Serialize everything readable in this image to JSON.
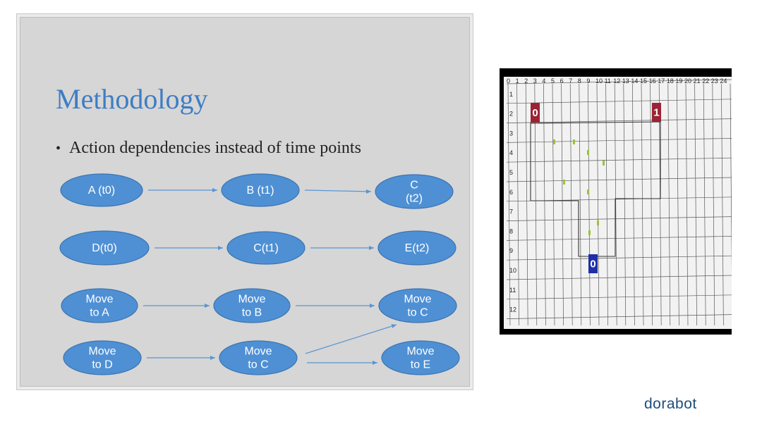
{
  "slide": {
    "title": "Methodology",
    "bullet_marker": "•",
    "bullet": "Action dependencies instead of time points"
  },
  "diagram": {
    "nodes": [
      {
        "id": "a",
        "lines": [
          "A (t0)"
        ]
      },
      {
        "id": "b",
        "lines": [
          "B (t1)"
        ]
      },
      {
        "id": "c1",
        "lines": [
          "C",
          "(t2)"
        ]
      },
      {
        "id": "d",
        "lines": [
          "D(t0)"
        ]
      },
      {
        "id": "c2",
        "lines": [
          "C(t1)"
        ]
      },
      {
        "id": "e",
        "lines": [
          "E(t2)"
        ]
      },
      {
        "id": "ma",
        "lines": [
          "Move",
          "to A"
        ]
      },
      {
        "id": "mb",
        "lines": [
          "Move",
          "to B"
        ]
      },
      {
        "id": "mc",
        "lines": [
          "Move",
          "to C"
        ]
      },
      {
        "id": "md",
        "lines": [
          "Move",
          "to D"
        ]
      },
      {
        "id": "mc2",
        "lines": [
          "Move",
          "to C"
        ]
      },
      {
        "id": "me",
        "lines": [
          "Move",
          "to E"
        ]
      }
    ],
    "edges": [
      {
        "from": "a",
        "to": "b"
      },
      {
        "from": "b",
        "to": "c1"
      },
      {
        "from": "d",
        "to": "c2"
      },
      {
        "from": "c2",
        "to": "e"
      },
      {
        "from": "ma",
        "to": "mb"
      },
      {
        "from": "mb",
        "to": "mc"
      },
      {
        "from": "md",
        "to": "mc2"
      },
      {
        "from": "mc2",
        "to": "mc"
      },
      {
        "from": "mc2",
        "to": "me"
      }
    ]
  },
  "video": {
    "column_labels": [
      "0",
      "1",
      "2",
      "3",
      "4",
      "5",
      "6",
      "7",
      "8",
      "9",
      "10",
      "11",
      "12",
      "13",
      "14",
      "15",
      "16",
      "17",
      "18",
      "19",
      "20",
      "21",
      "22",
      "23",
      "24"
    ],
    "row_labels": [
      "1",
      "2",
      "3",
      "4",
      "5",
      "6",
      "7",
      "8",
      "9",
      "10",
      "11",
      "12"
    ],
    "markers": [
      {
        "label": "0",
        "color": "#9b2335"
      },
      {
        "label": "1",
        "color": "#9b2335"
      },
      {
        "label": "0",
        "color": "#1f2fa8"
      }
    ],
    "grid_color": "#5a5a5a",
    "background": "#f2f2f2"
  },
  "logo": {
    "text": "dorabot",
    "color": "#1d4e7a"
  }
}
